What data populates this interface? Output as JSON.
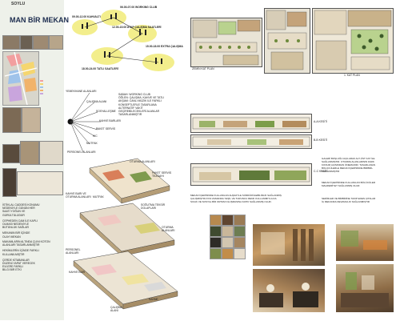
{
  "header": {
    "author": "SOYLU",
    "title": "MAN BİR MEKAN"
  },
  "left_panel": {
    "legend_items": [
      "",
      "",
      "",
      "",
      "",
      ""
    ],
    "notes": [
      "İSTİKLAL CADDESİ KONUMU",
      "NEDENİYLE GÜNÜN HER",
      "SAATİ YOĞUN VE",
      "GÜRÜLTÜLÜDÜR",
      "CEPHEDEN CAM İLE KAPLI",
      "OLMASI NEDENİYLE",
      "BÜTÜNLÜK SAĞLAR",
      "MEKANIN BİR İÇİNDE",
      "OLAYI MEKAN"
    ],
    "bottom_notes": [
      "MAKAMLARIN ALTINDA ÇLINI KOTON",
      "ALANLARI TASARLANMIŞTIR",
      "HEKİMLERİN İÇİNDE FARKLI",
      "KULLANILMIŞTIR",
      "ÇERDE KİTABANLAR",
      "DÜZENİ YAPAT VERECEK",
      "EVLERE FARKLI",
      "BİLGİ BİR ETKİ"
    ]
  },
  "scenario": {
    "labels": [
      "06.00-07.00 WORKING CLUB",
      "09.00-12.00 KAHVALTI",
      "12.00-15.00 ATAP ÇALIŞMA SAATLERİ",
      "15.00-18.00 EXTRA ÇALIŞMA",
      "18.00-24.00 TATLI SAATLERİ"
    ]
  },
  "diagram": {
    "areas": [
      "YEMEKHANE ALANLARI",
      "ÇALIŞMA ALANI",
      "SOSYALLEŞME",
      "KAHVE BARLARI",
      "PAKET SERVİS",
      "WC",
      "MUTFAK",
      "PERSONEL ALANLARI"
    ],
    "description": [
      "SABAH: WORKING CLUB",
      "ÖĞLEN: ÇALIŞMA, KAHVE VE TATLI",
      "AKŞAM: CANLI MÜZİK İLE FARKLI",
      "KONSEPTLERLE TASARLANA",
      "ALTERNATİF VAKİT",
      "GEÇİREBİLECEKLERİ ALANLAR",
      "TASARLANMIŞTIR"
    ]
  },
  "axon_labels": [
    "KAHVE BARI VE OTURMA ALANLARI",
    "OTURMA ALANLARI",
    "PAKET SERVİS TEZGAHI",
    "MUTFAK",
    "SOĞUTMA TEKSİR DOLAPLARI",
    "OTURMA ALANLARI",
    "PERSONEL ALANLARI",
    "KAHVE BARI",
    "ÇALIŞMA ALANI",
    "SAHNE"
  ],
  "plans": {
    "plan1_label": "ZEMİN KAT PLAN",
    "plan2_label": "1. KAT PLAN"
  },
  "sections": {
    "labels": [
      "A-A KESİTİ",
      "B-B KESİTİ",
      "C-C KESİTİ"
    ]
  },
  "right_text": {
    "block1": [
      "GALERİ BOŞLUĞU AÇILARAK ALT-ÜST KAT İLE",
      "SAĞLANMIŞTIR. OTURMA ALANLARININ FARK",
      "KONUM AÇISINDAN ÖNEMLİDİR. TASARLANAN",
      "BÖLÜCÜLERLE MEKAN İÇERİSİNDE BİRBİRL",
      "SAĞLANMIŞTIR"
    ],
    "block2": [
      "MEKAN İÇERİSİNDE KULLANILAN BÖLÜCÜLER",
      "MAHREMİYET SAĞLANMIŞ OLUR."
    ],
    "block3": [
      "SEDİRLER VE BİRBİRİNE TAKIP EDEN ÇITALAR",
      "İÇ MEKANDA DEVAMLILIK SAĞLANMIŞTIR"
    ]
  },
  "material_text": [
    "MEKAN İÇERİSİNDE KULLANILAN AHŞAP İLE SÜRDÜRÜLEBİLİRLİK SAĞLANMIŞ",
    "ÇALIŞMIŞTIR AYNI ZAMANDA YEŞİL VE TURUNCU RENK KULLANIMIYLA DA",
    "SICAK VE SOSYAL BİR ORTAM OLUŞMASINA KATKI SAĞLANMIŞ OLUR."
  ],
  "colors": {
    "panel_bg": "#eef1ea",
    "title_color": "#1d2d4f",
    "diagram_fill": "#f3ee8c",
    "wood": "#b88a55",
    "green": "#6d8a3c",
    "orange": "#d9843b"
  },
  "swatches": [
    "#b7894f",
    "#5f4530",
    "#9a7b55",
    "#3f4a2f",
    "#c9b79a",
    "#6d7d52",
    "#2e2b27",
    "#d2c6b0",
    "#a58660",
    "#7e8d4c",
    "#c28d4a",
    "#e6dccb"
  ]
}
